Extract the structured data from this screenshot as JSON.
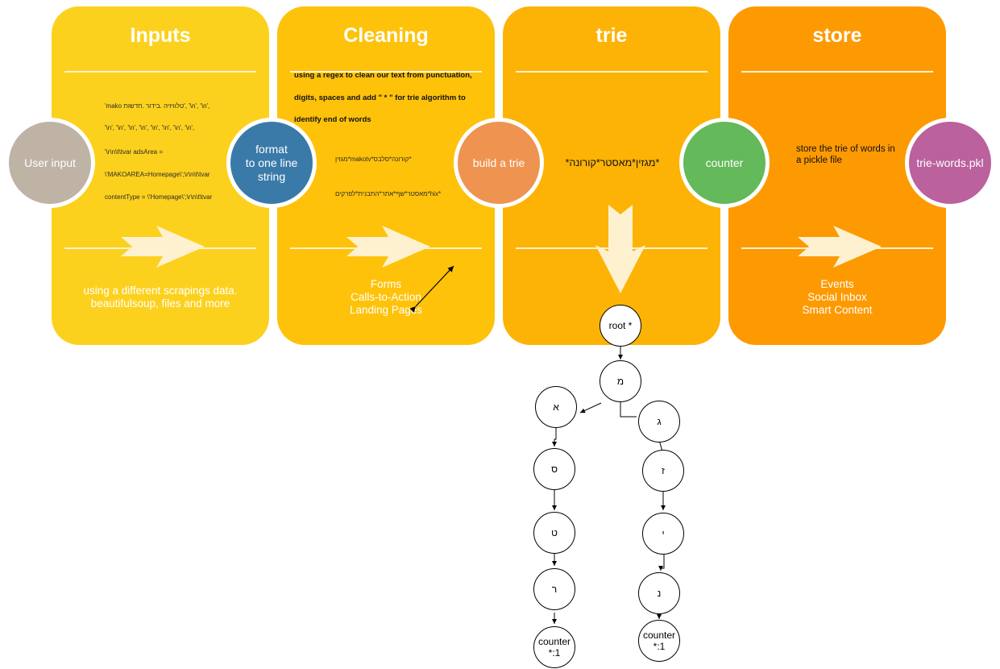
{
  "panels": {
    "inputs": {
      "title": "Inputs",
      "footer": [
        "using  a different scrapings data.",
        "beautifulsoup, files and more"
      ],
      "color": "#fcd11e"
    },
    "cleaning": {
      "title": "Cleaning",
      "footer": [
        "Forms",
        "Calls-to-Action",
        "Landing Pages"
      ],
      "color": "#fec20a"
    },
    "trie": {
      "title": "trie",
      "color": "#fdb305"
    },
    "store": {
      "title": "store",
      "footer": [
        "Events",
        "Social Inbox",
        "Smart Content"
      ],
      "color": "#fd9a02"
    }
  },
  "circles": {
    "user_input": {
      "label": "User input",
      "color": "#bfb3a6"
    },
    "format": {
      "line1": "format",
      "line2": "to one line string",
      "color": "#3a7aa8"
    },
    "build_trie": {
      "label": "build a trie",
      "color": "#ee9450"
    },
    "counter": {
      "label": "counter",
      "color": "#64b95a"
    },
    "pickle": {
      "label": "trie-words.pkl",
      "color": "#bb619d"
    }
  },
  "inputs_sample": [
    "'mako טלוויזיה .בידור .חדשות', '\\n', '\\n',",
    "'\\n', '\\n', '\\n', '\\n', '\\n', '\\n', '\\n', '\\n',",
    "'\\r\\n\\t\\tvar adsArea  =",
    "\\'MAKOAREA=Homepage\\';\\r\\n\\t\\tvar",
    "contentType = \\'Homepage\\';\\r\\n\\t\\tvar"
  ],
  "cleaning_text": [
    "using a regex to clean our text from punctuation,",
    "digits, spaces and add \" * \" for trie algorithm to",
    "identify end of words"
  ],
  "cleaning_sample": [
    "מגזין*makotv*קורונה*סלבס*",
    "מאסטר*שף*אתר*התבנית*לפרקים*hix*"
  ],
  "trie_words": "*מגזין*מאסטר*קורונה*",
  "store_text": [
    "store the trie of words in",
    "a pickle file"
  ],
  "tree": {
    "root": "root *",
    "mem": "מ",
    "left": [
      "א",
      "ס",
      "ט",
      "ר"
    ],
    "right": [
      "ג",
      "ז",
      "י",
      "נ"
    ],
    "counter_line1": "counter",
    "counter_line2": "*:1"
  }
}
